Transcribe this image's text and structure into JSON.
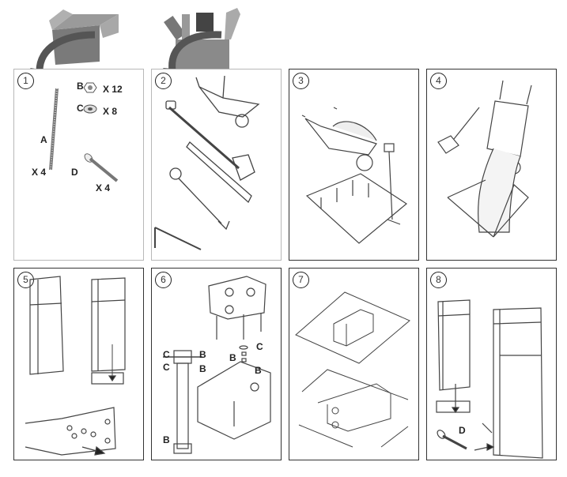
{
  "document": {
    "type": "assembly-instructions",
    "top_illustrations": [
      {
        "name": "parts-box",
        "description": "open cardboard box with arrow pointing into step 1"
      },
      {
        "name": "toolbox",
        "description": "toolbox with tools and arrow pointing into step 2"
      }
    ],
    "steps": [
      {
        "number": "1",
        "title": "Parts",
        "parts": [
          {
            "label": "A",
            "quantity": "X 4",
            "item": "threaded rod"
          },
          {
            "label": "B",
            "quantity": "X 12",
            "item": "hex nut"
          },
          {
            "label": "C",
            "quantity": "X 8",
            "item": "washer"
          },
          {
            "label": "D",
            "quantity": "X 4",
            "item": "bolt"
          }
        ]
      },
      {
        "number": "2",
        "title": "Tools",
        "items": [
          "wheelbarrow",
          "shovel",
          "spirit level",
          "wrench",
          "hex key"
        ]
      },
      {
        "number": "3",
        "title": "Dig hole",
        "items": [
          "wheelbarrow with concrete",
          "shovel",
          "hole"
        ]
      },
      {
        "number": "4",
        "title": "Pour concrete",
        "items": [
          "shovel",
          "tipped wheelbarrow",
          "concrete pour"
        ]
      },
      {
        "number": "5",
        "title": "Remove base bracket",
        "items": [
          "post",
          "post",
          "bracket",
          "bracket underside"
        ]
      },
      {
        "number": "6",
        "title": "Attach rods to bracket",
        "labels": {
          "top_left_c": "C",
          "top_right_b": "B",
          "mid_left_c": "C",
          "mid_right_b": "B",
          "bottom_b": "B",
          "exploded_c": "C",
          "exploded_b1": "B",
          "exploded_b2": "B"
        }
      },
      {
        "number": "7",
        "title": "Set bracket in concrete",
        "items": [
          "bracket on surface",
          "bracket embedded"
        ]
      },
      {
        "number": "8",
        "title": "Mount post",
        "labels": {
          "bolt": "D"
        }
      }
    ]
  }
}
